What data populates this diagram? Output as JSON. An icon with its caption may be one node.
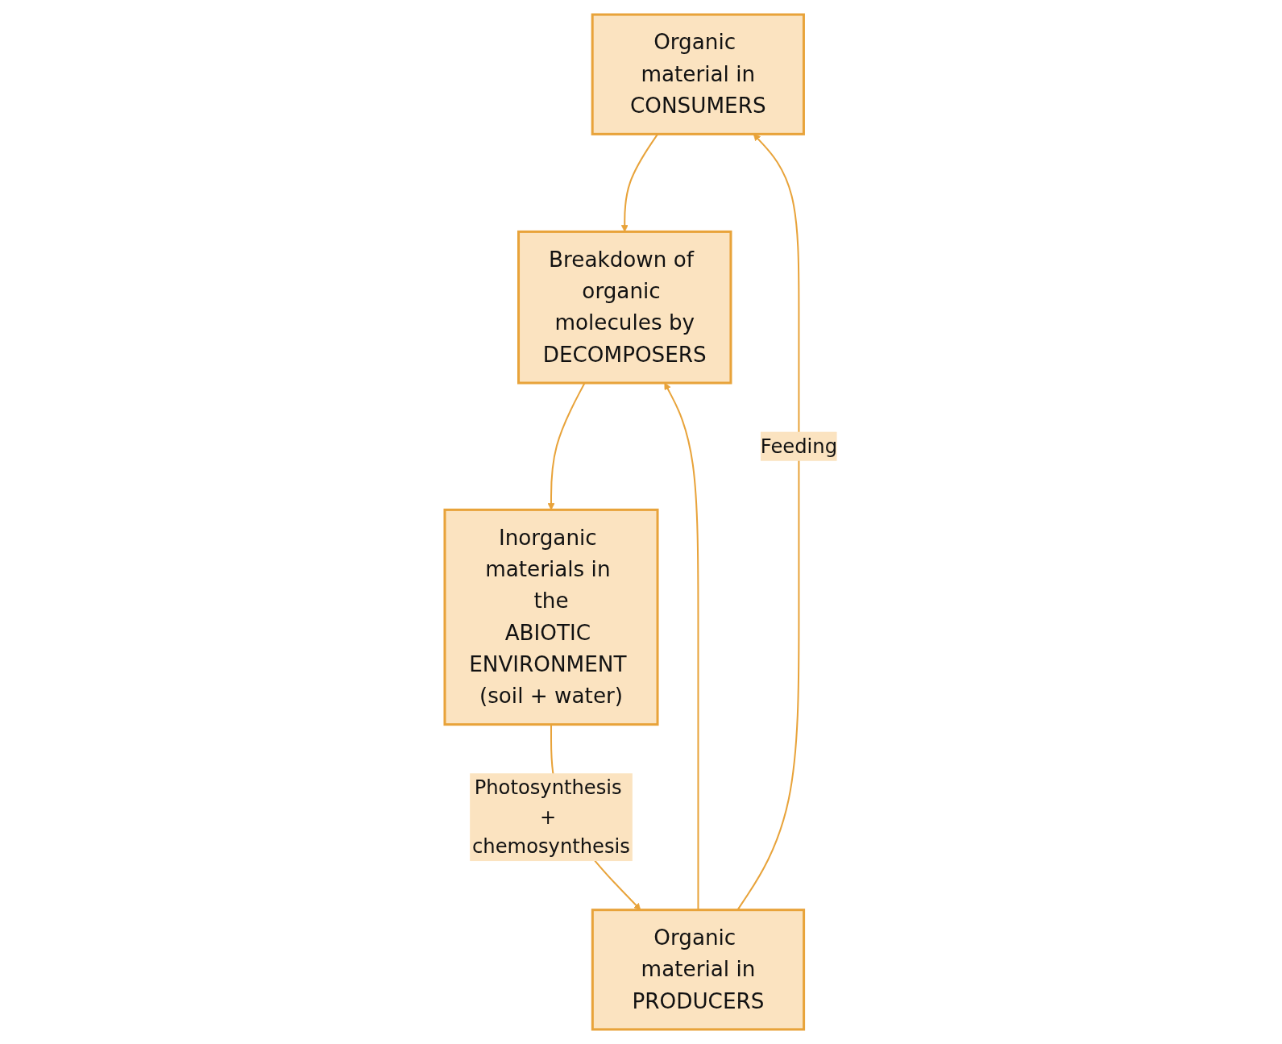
{
  "diagram": {
    "nodes": [
      {
        "text": [
          "Organic material in",
          "CONSUMERS"
        ]
      },
      {
        "text": [
          "Organic material in",
          "PRODUCERS"
        ]
      },
      {
        "text": [
          "Breakdown of organic molecules by",
          "DECOMPOSERS"
        ]
      },
      {
        "text": [
          "Inorganic materials in the",
          "ABIOTIC ENVIRONMENT (soil + water)"
        ]
      }
    ],
    "edges": [
      {
        "from": 1,
        "to": 0,
        "arrow": "to",
        "label": "Feeding"
      },
      {
        "from": 0,
        "to": 2,
        "arrow": "to"
      },
      {
        "from": 1,
        "to": 2,
        "arrow": "to"
      },
      {
        "from": 2,
        "to": 3,
        "arrow": "to"
      },
      {
        "from": 3,
        "to": 1,
        "arrow": "to",
        "label": "Photosynthesis + chemosynthesis"
      }
    ]
  }
}
